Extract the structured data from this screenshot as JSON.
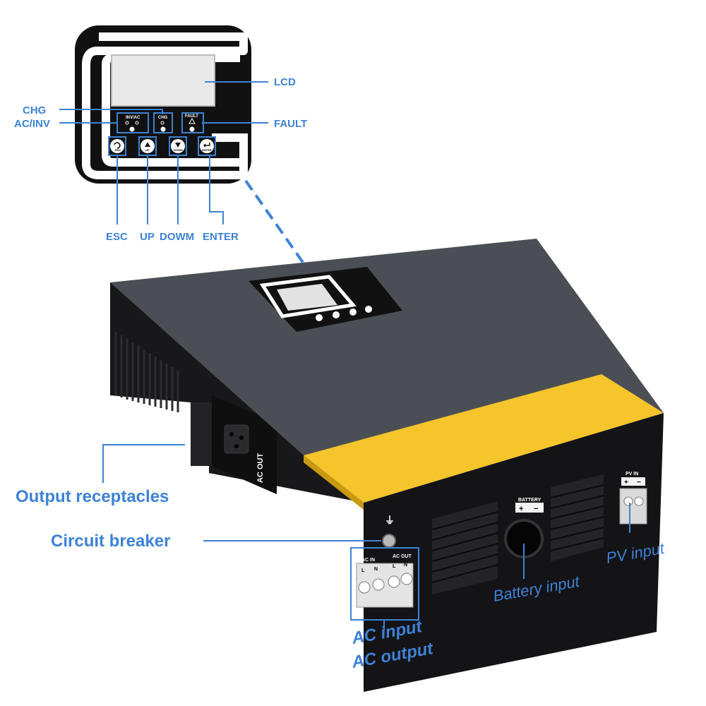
{
  "callouts": {
    "lcd": "LCD",
    "chg": "CHG",
    "ac_inv": "AC/INV",
    "fault": "FAULT",
    "esc": "ESC",
    "up": "UP",
    "down": "DOWM",
    "enter": "ENTER",
    "output_receptacles": "Output receptacles",
    "circuit_breaker": "Circuit breaker",
    "battery_input": "Battery input",
    "pv_input": "PV input",
    "ac_input": "AC input",
    "ac_output": "AC output"
  },
  "panel": {
    "inv_ac": "INV/AC",
    "chg": "CHG",
    "fault": "FAULT",
    "esc_btn": "ESC",
    "up_btn": "UP",
    "down_btn": "DOWN",
    "enter_btn": "ENTER"
  },
  "device": {
    "ac_out_side": "AC OUT",
    "battery_tag": "BATTERY",
    "pv_in_tag": "PV  IN",
    "ac_in_tag": "AC  IN",
    "ac_out_tag": "AC OUT",
    "l": "L",
    "n": "N"
  },
  "colors": {
    "accent": "#3d82d6",
    "body_top": "#4b4f55",
    "body_side": "#1c1c1e",
    "yellow": "#f6c42b"
  }
}
